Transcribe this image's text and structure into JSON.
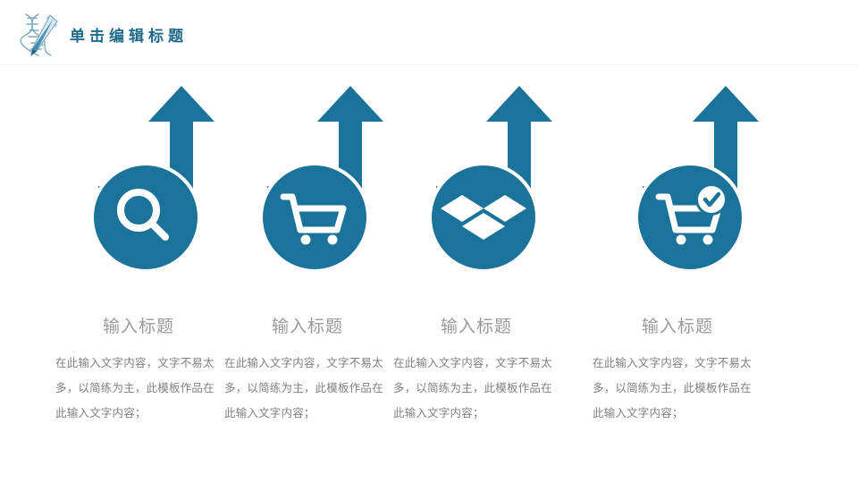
{
  "header": {
    "logo_icon": "dna-pen-logo-icon",
    "title": "单击编辑标题",
    "title_color": "#1f6a8b"
  },
  "theme": {
    "accent": "#1b7399",
    "title_text": "#9a9a9a",
    "body_text": "#808080",
    "background": "#ffffff"
  },
  "columns": [
    {
      "icon": "search-icon",
      "arrow_icon": "up-arrow-hook-icon",
      "title": "输入标题",
      "body": "在此输入文字内容，文字不易太多，以简练为主，此模板作品在此输入文字内容；"
    },
    {
      "icon": "shopping-cart-icon",
      "arrow_icon": "up-arrow-hook-icon",
      "title": "输入标题",
      "body": "在此输入文字内容，文字不易太多，以简练为主，此模板作品在此输入文字内容；"
    },
    {
      "icon": "dropbox-icon",
      "arrow_icon": "up-arrow-hook-icon",
      "title": "输入标题",
      "body": "在此输入文字内容，文字不易太多，以简练为主，此模板作品在此输入文字内容；"
    },
    {
      "icon": "cart-check-icon",
      "arrow_icon": "up-arrow-hook-icon",
      "title": "输入标题",
      "body": "在此输入文字内容，文字不易太多，以简练为主，此模板作品在此输入文字内容；"
    }
  ]
}
